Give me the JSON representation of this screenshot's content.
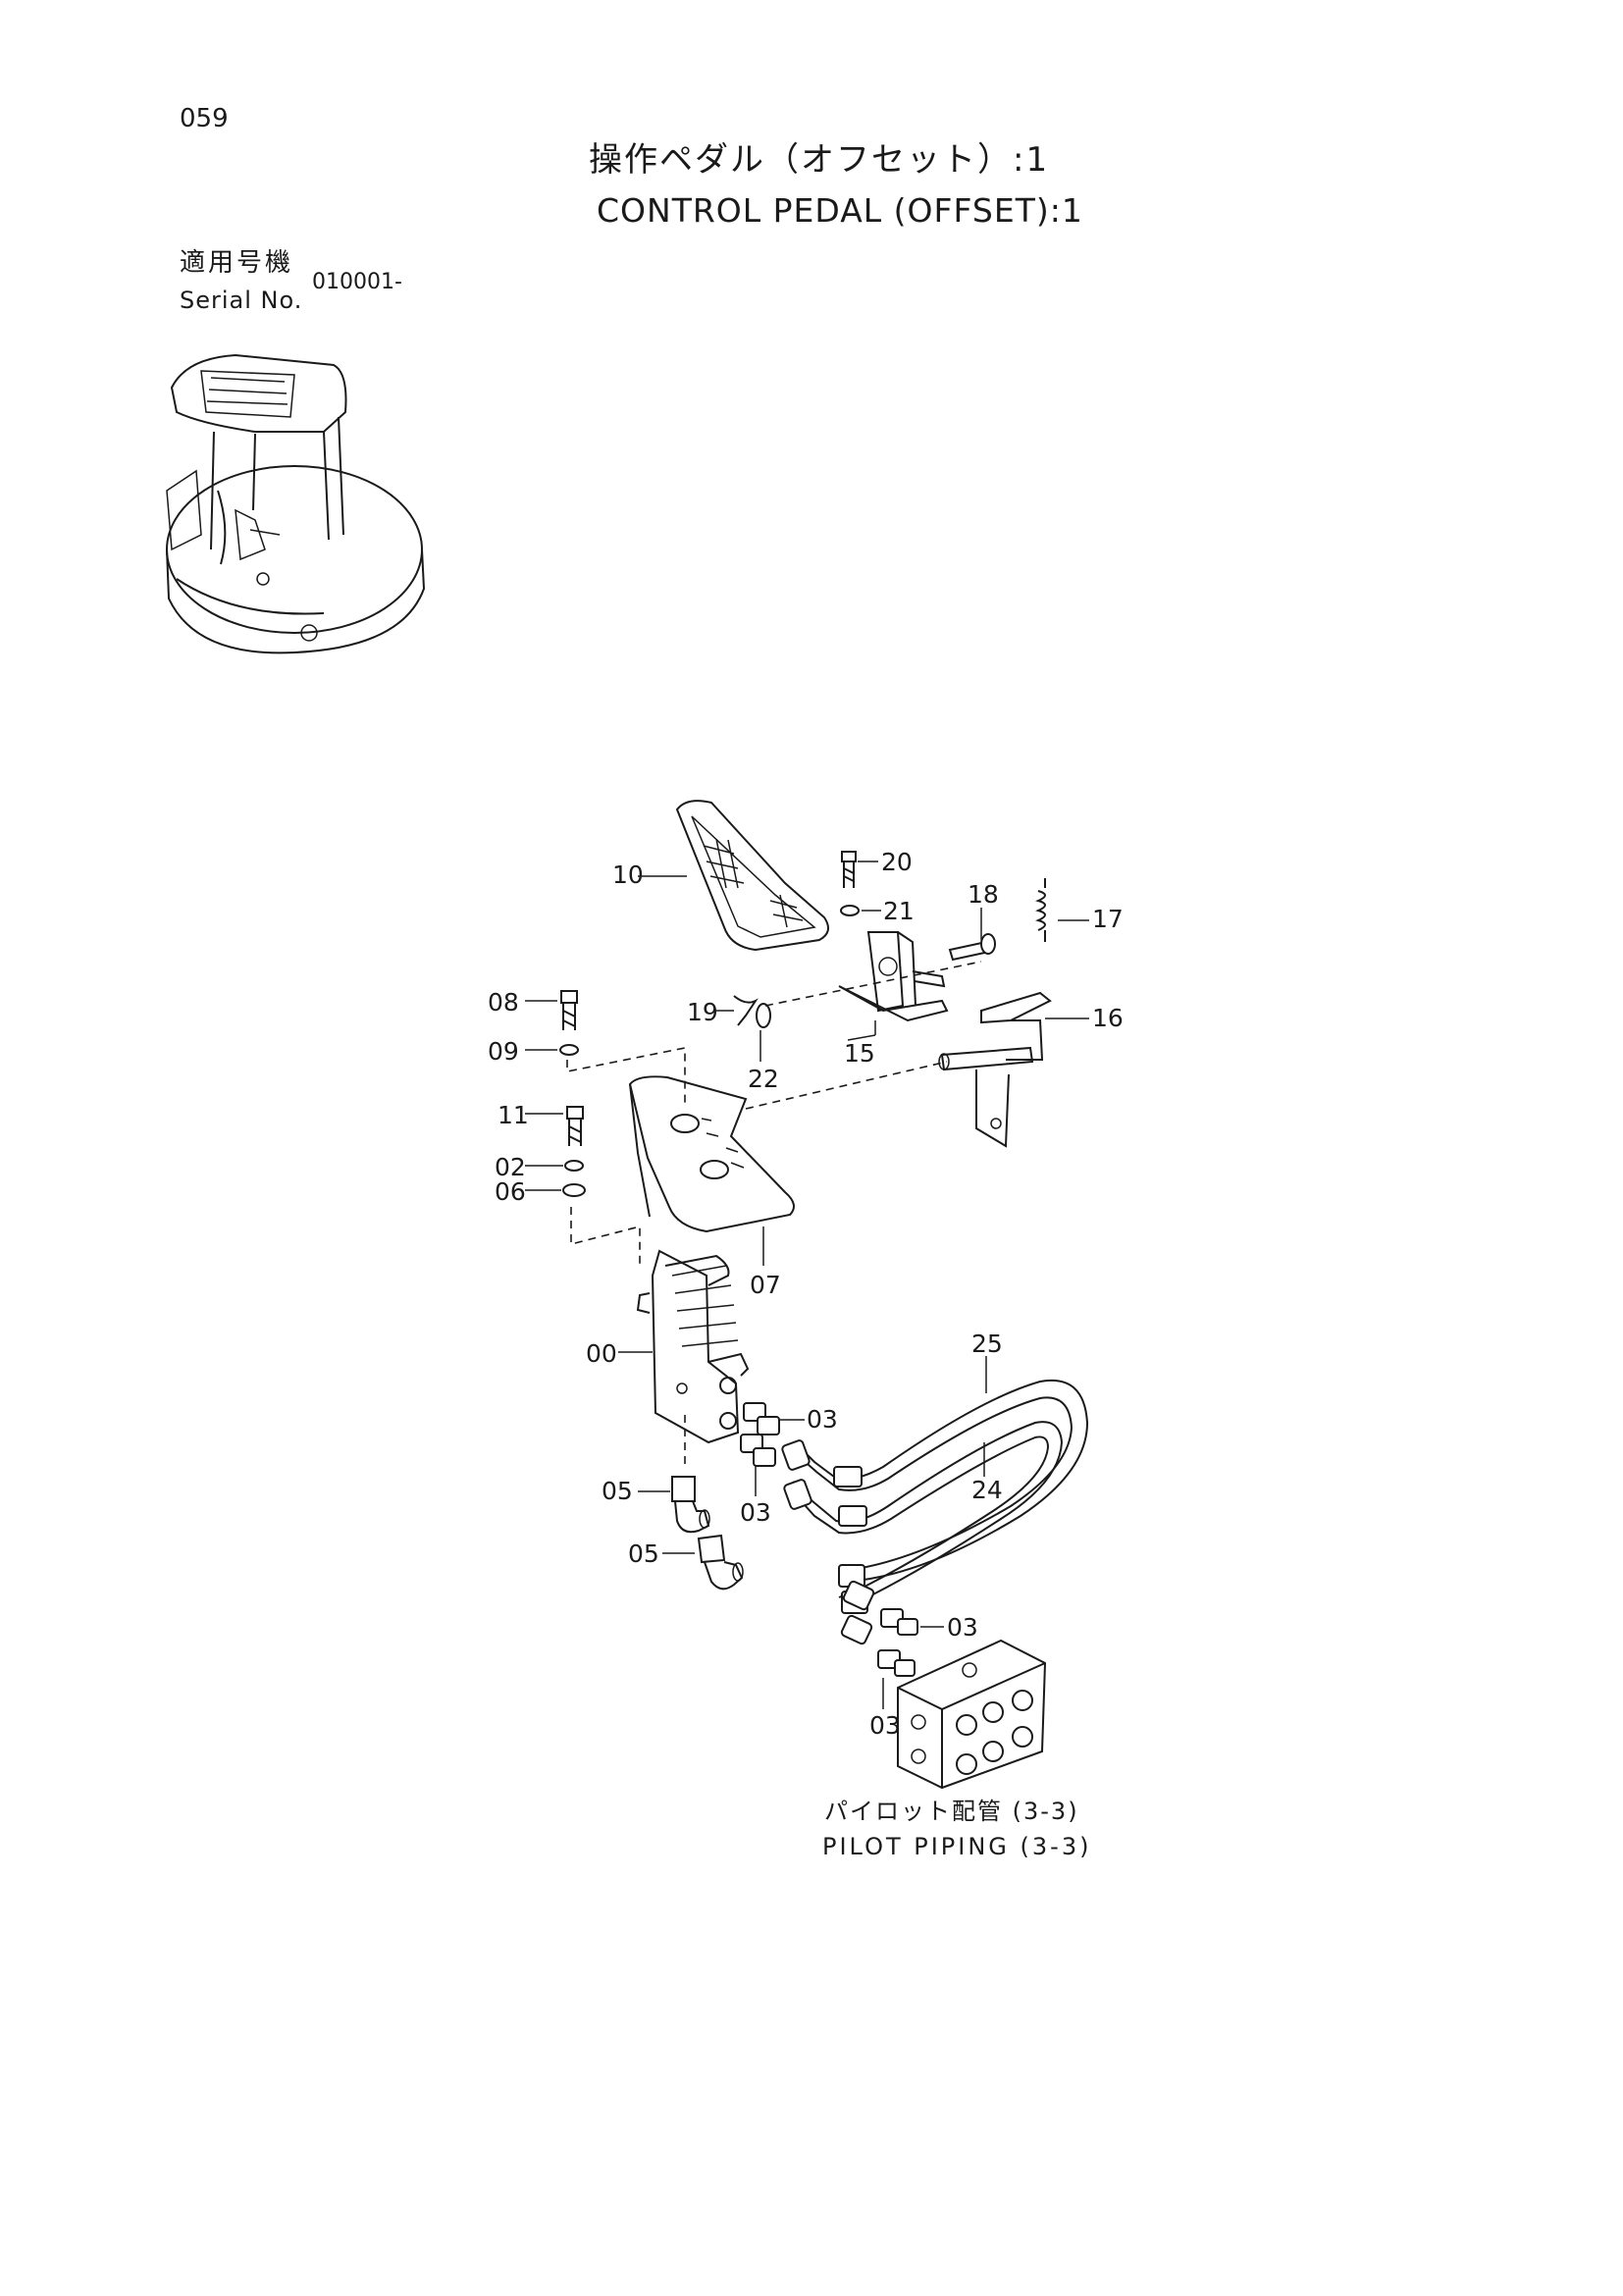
{
  "page": {
    "number": "059",
    "title_jp": "操作ペダル（オフセット）:1",
    "title_en": "CONTROL PEDAL (OFFSET):1"
  },
  "serial": {
    "label_jp": "適用号機",
    "label_en": "Serial No.",
    "value": "010001-"
  },
  "parts": {
    "p10": "10",
    "p20": "20",
    "p21": "21",
    "p18": "18",
    "p17": "17",
    "p08": "08",
    "p09": "09",
    "p19": "19",
    "p22": "22",
    "p15": "15",
    "p16": "16",
    "p11": "11",
    "p02": "02",
    "p06": "06",
    "p07": "07",
    "p00": "00",
    "p03a": "03",
    "p03b": "03",
    "p03c": "03",
    "p03d": "03",
    "p25": "25",
    "p24": "24",
    "p05a": "05",
    "p05b": "05"
  },
  "reference": {
    "label_jp": "パイロット配管 (3-3)",
    "label_en": "PILOT PIPING (3-3)"
  },
  "icons": {
    "thumbnail": "excavator-cab-icon"
  }
}
